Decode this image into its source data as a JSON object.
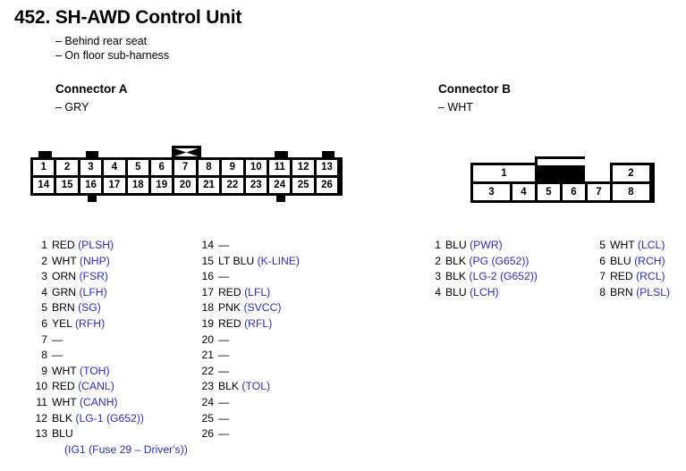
{
  "header": {
    "number": "452.",
    "title": "SH-AWD Control Unit",
    "locations": [
      "– Behind rear seat",
      "– On floor sub-harness"
    ]
  },
  "colors": {
    "signal_blue": "#2c2cc8",
    "ink_black": "#000000",
    "page_background": "#ffffff"
  },
  "connector_a": {
    "heading": "Connector A",
    "housing_color": "– GRY",
    "top_row_pins": [
      "1",
      "2",
      "3",
      "4",
      "5",
      "6",
      "7",
      "8",
      "9",
      "10",
      "11",
      "12",
      "13"
    ],
    "bottom_row_pins": [
      "14",
      "15",
      "16",
      "17",
      "18",
      "19",
      "20",
      "21",
      "22",
      "23",
      "24",
      "25",
      "26"
    ],
    "keyed_pin": "7",
    "pins_left": [
      {
        "num": "1",
        "color": "RED",
        "signal": "(PLSH)"
      },
      {
        "num": "2",
        "color": "WHT",
        "signal": "(NHP)"
      },
      {
        "num": "3",
        "color": "ORN",
        "signal": "(FSR)"
      },
      {
        "num": "4",
        "color": "GRN",
        "signal": "(LFH)"
      },
      {
        "num": "5",
        "color": "BRN",
        "signal": "(SG)"
      },
      {
        "num": "6",
        "color": "YEL",
        "signal": "(RFH)"
      },
      {
        "num": "7",
        "color": "—",
        "signal": ""
      },
      {
        "num": "8",
        "color": "—",
        "signal": ""
      },
      {
        "num": "9",
        "color": "WHT",
        "signal": "(TOH)"
      },
      {
        "num": "10",
        "color": "RED",
        "signal": "(CANL)"
      },
      {
        "num": "11",
        "color": "WHT",
        "signal": "(CANH)"
      },
      {
        "num": "12",
        "color": "BLK",
        "signal": "(LG-1 (G652))"
      },
      {
        "num": "13",
        "color": "BLU",
        "signal": "",
        "continuation": "(IG1 (Fuse 29 – Driver's))"
      }
    ],
    "pins_right": [
      {
        "num": "14",
        "color": "—",
        "signal": ""
      },
      {
        "num": "15",
        "color": "LT BLU",
        "signal": "(K-LINE)"
      },
      {
        "num": "16",
        "color": "—",
        "signal": ""
      },
      {
        "num": "17",
        "color": "RED",
        "signal": "(LFL)"
      },
      {
        "num": "18",
        "color": "PNK",
        "signal": "(SVCC)"
      },
      {
        "num": "19",
        "color": "RED",
        "signal": "(RFL)"
      },
      {
        "num": "20",
        "color": "—",
        "signal": ""
      },
      {
        "num": "21",
        "color": "—",
        "signal": ""
      },
      {
        "num": "22",
        "color": "—",
        "signal": ""
      },
      {
        "num": "23",
        "color": "BLK",
        "signal": "(TOL)"
      },
      {
        "num": "24",
        "color": "—",
        "signal": ""
      },
      {
        "num": "25",
        "color": "—",
        "signal": ""
      },
      {
        "num": "26",
        "color": "—",
        "signal": ""
      }
    ]
  },
  "connector_b": {
    "heading": "Connector B",
    "housing_color": "– WHT",
    "top_row_pins": [
      "1",
      "2"
    ],
    "bottom_row_pins": [
      "3",
      "4",
      "5",
      "6",
      "7",
      "8"
    ],
    "pins_left": [
      {
        "num": "1",
        "color": "BLU",
        "signal": "(PWR)"
      },
      {
        "num": "2",
        "color": "BLK",
        "signal": "(PG (G652))"
      },
      {
        "num": "3",
        "color": "BLK",
        "signal": "(LG-2 (G652))"
      },
      {
        "num": "4",
        "color": "BLU",
        "signal": "(LCH)"
      }
    ],
    "pins_right": [
      {
        "num": "5",
        "color": "WHT",
        "signal": "(LCL)"
      },
      {
        "num": "6",
        "color": "BLU",
        "signal": "(RCH)"
      },
      {
        "num": "7",
        "color": "RED",
        "signal": "(RCL)"
      },
      {
        "num": "8",
        "color": "BRN",
        "signal": "(PLSL)"
      }
    ]
  }
}
